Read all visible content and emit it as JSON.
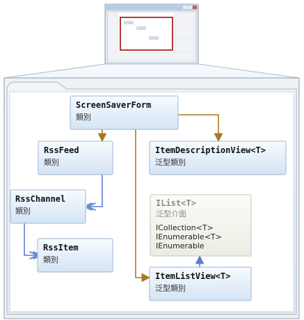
{
  "classes": {
    "screensaverform": {
      "name": "ScreenSaverForm",
      "kind": "類別"
    },
    "rssfeed": {
      "name": "RssFeed",
      "kind": "類別"
    },
    "itemdescriptionview": {
      "name": "ItemDescriptionView<T>",
      "kind": "泛型類別"
    },
    "rsschannel": {
      "name": "RssChannel",
      "kind": "類別"
    },
    "rssitem": {
      "name": "RssItem",
      "kind": "類別"
    },
    "itemlistview": {
      "name": "ItemListView<T>",
      "kind": "泛型類別"
    }
  },
  "interface": {
    "name": "IList<T>",
    "kind": "泛型介面",
    "members": [
      "ICollection<T>",
      "IEnumerable<T>",
      "IEnumerable"
    ]
  },
  "colors": {
    "association_arrow": "#a87a1c",
    "collection_arrow": "#5b7fd0",
    "frame_border": "#8a9bb0",
    "box_border": "#9fb6cf",
    "selection_border": "#b02020"
  }
}
